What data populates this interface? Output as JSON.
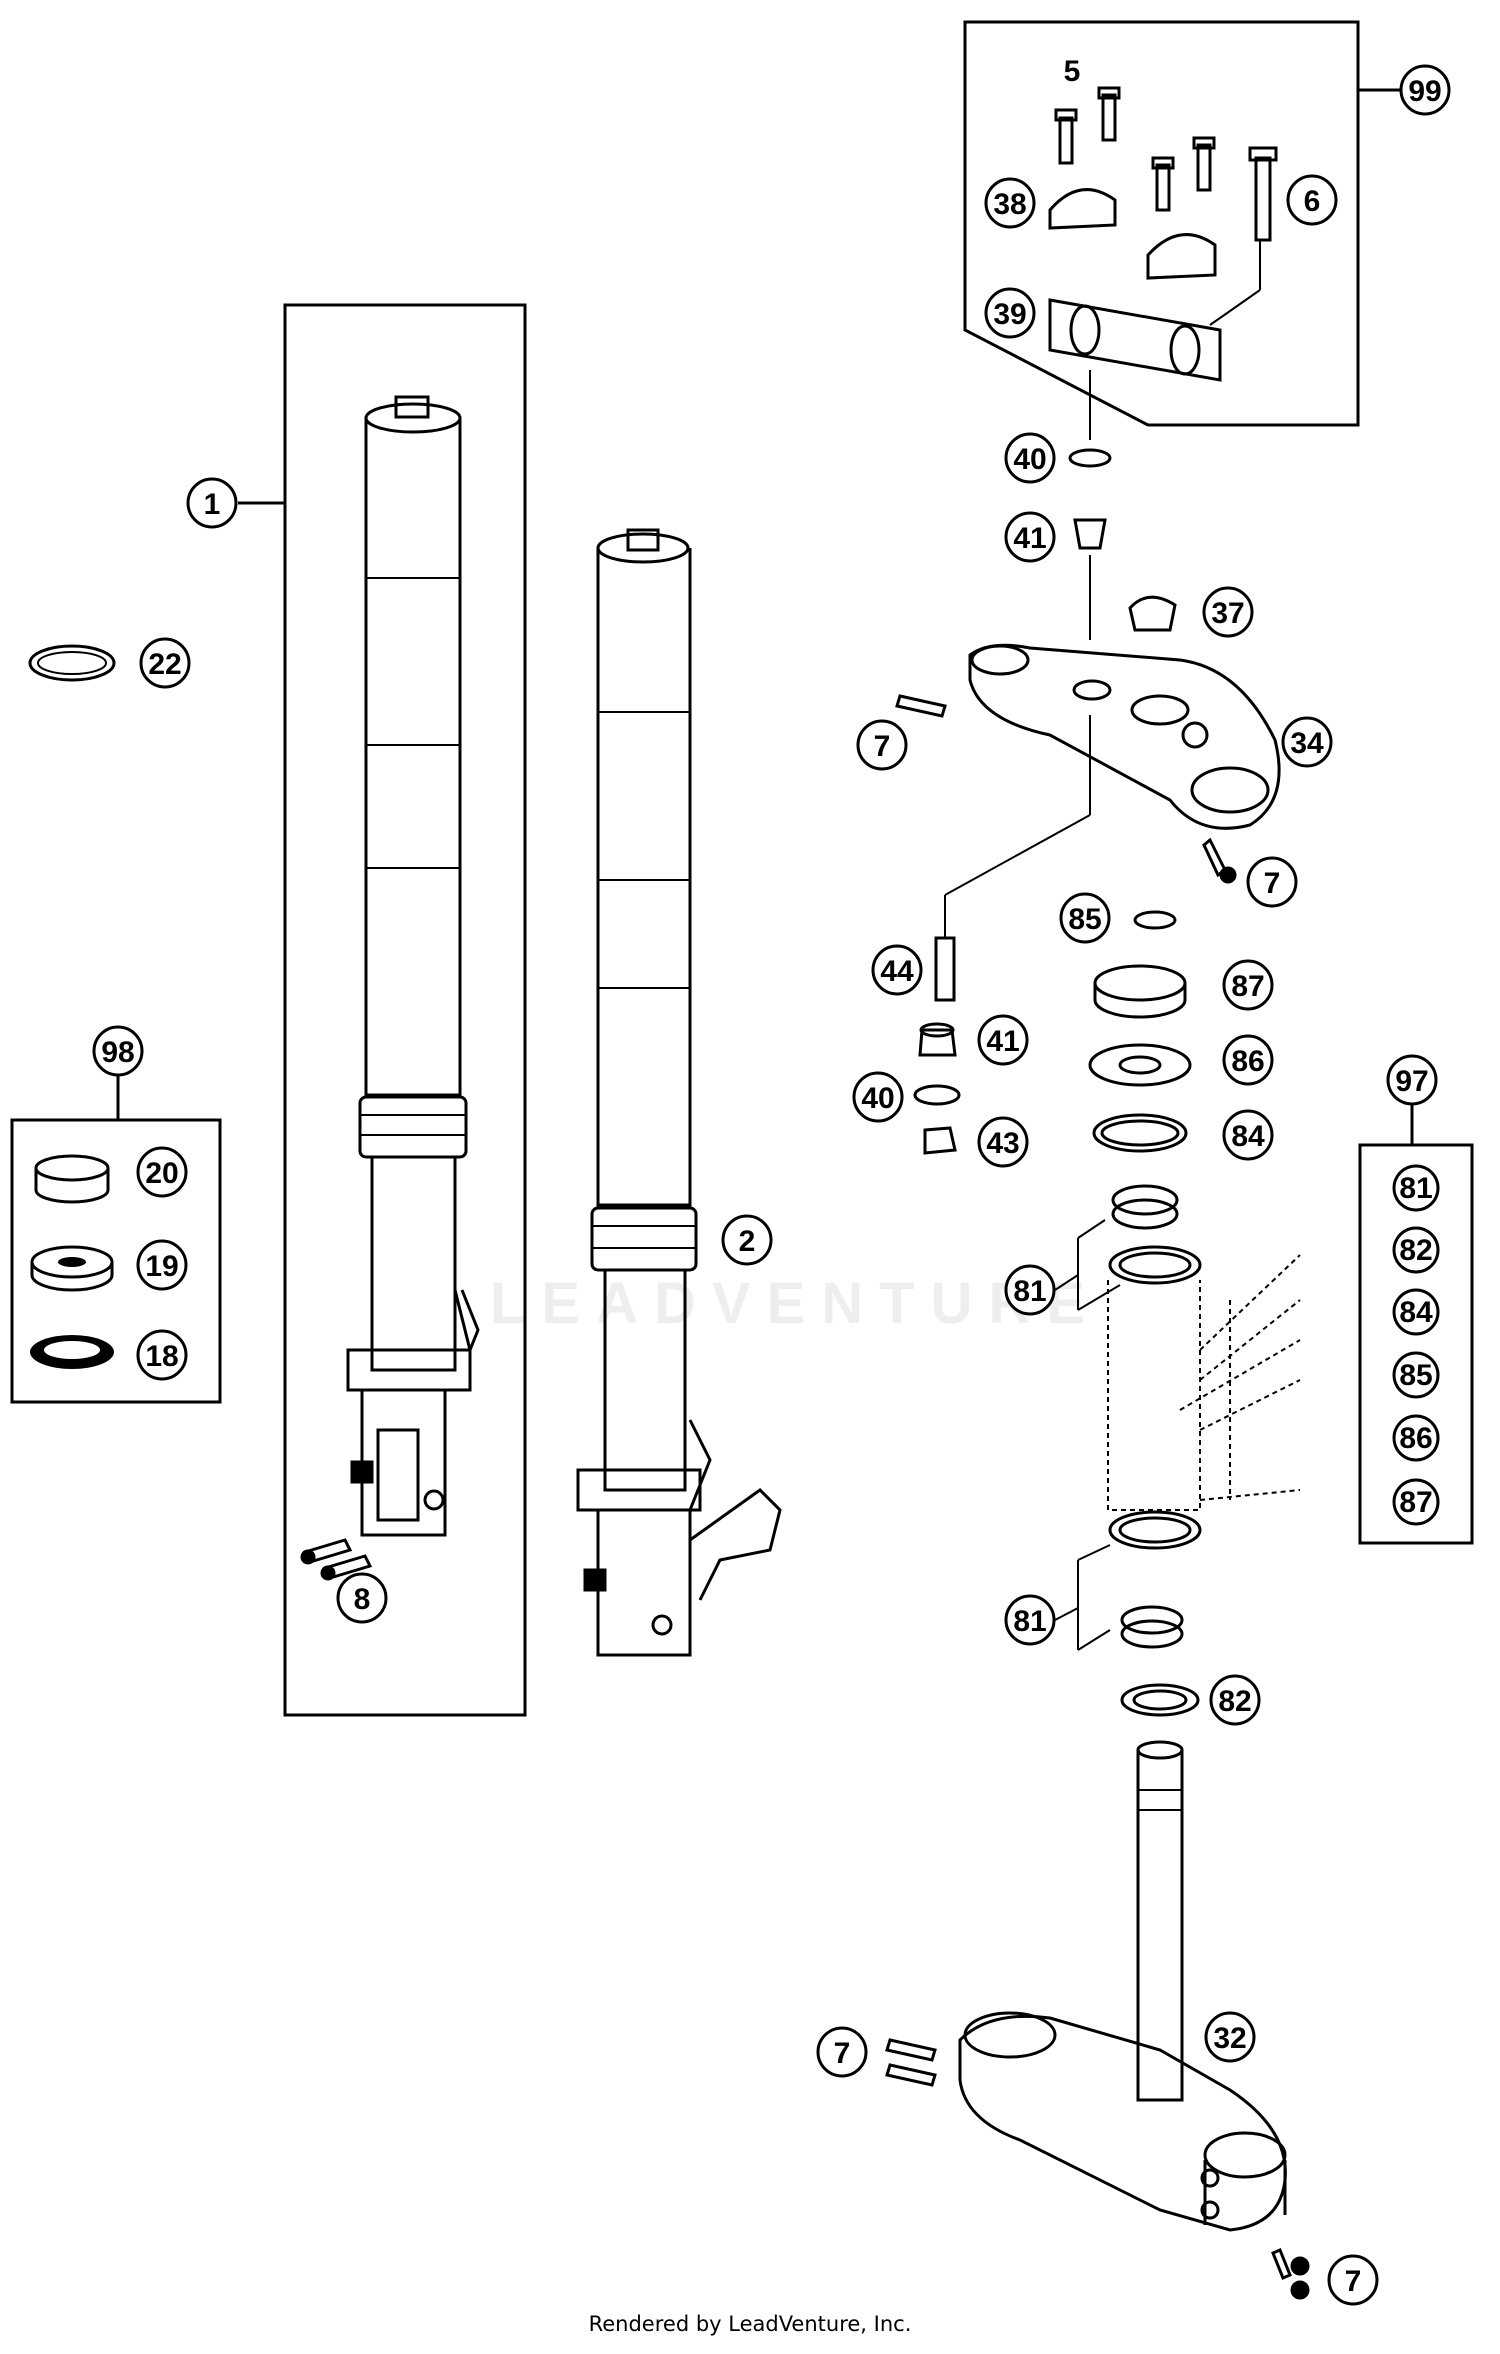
{
  "diagram": {
    "callouts": {
      "c1": "1",
      "c2": "2",
      "c5": "5",
      "c6": "6",
      "c7a": "7",
      "c7b": "7",
      "c7c": "7",
      "c7d": "7",
      "c8": "8",
      "c18": "18",
      "c19": "19",
      "c20": "20",
      "c22": "22",
      "c32": "32",
      "c34": "34",
      "c37": "37",
      "c38": "38",
      "c39": "39",
      "c40a": "40",
      "c40b": "40",
      "c41a": "41",
      "c41b": "41",
      "c43": "43",
      "c44": "44",
      "c81a": "81",
      "c81b": "81",
      "c82": "82",
      "c84": "84",
      "c85": "85",
      "c86": "86",
      "c87": "87",
      "c97": "97",
      "c98": "98",
      "c99": "99"
    },
    "kit97_items": [
      "81",
      "82",
      "84",
      "85",
      "86",
      "87"
    ],
    "kit98_items": [
      "20",
      "19",
      "18"
    ]
  },
  "watermark": "LEADVENTURE",
  "footer": "Rendered by LeadVenture, Inc."
}
